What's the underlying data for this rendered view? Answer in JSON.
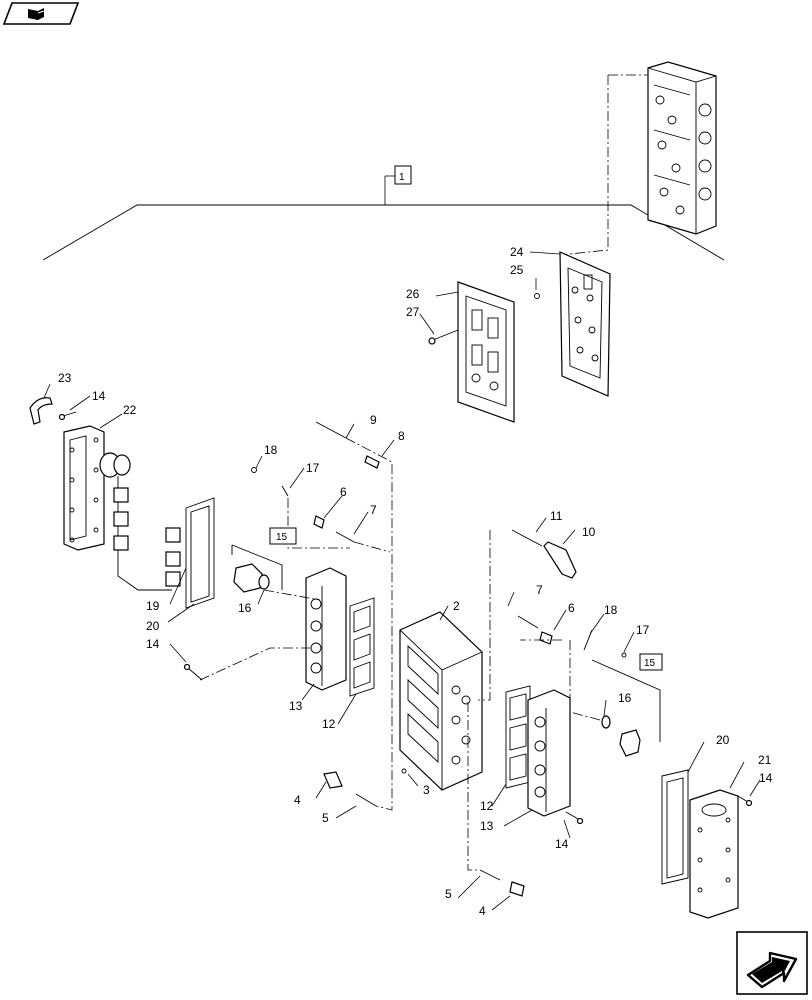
{
  "callouts": [
    {
      "id": "c1",
      "label": "1"
    },
    {
      "id": "c2",
      "label": "2"
    },
    {
      "id": "c3",
      "label": "3"
    },
    {
      "id": "c4a",
      "label": "4"
    },
    {
      "id": "c4b",
      "label": "4"
    },
    {
      "id": "c5a",
      "label": "5"
    },
    {
      "id": "c5b",
      "label": "5"
    },
    {
      "id": "c6a",
      "label": "6"
    },
    {
      "id": "c6b",
      "label": "6"
    },
    {
      "id": "c7a",
      "label": "7"
    },
    {
      "id": "c7b",
      "label": "7"
    },
    {
      "id": "c8",
      "label": "8"
    },
    {
      "id": "c9",
      "label": "9"
    },
    {
      "id": "c10",
      "label": "10"
    },
    {
      "id": "c11",
      "label": "11"
    },
    {
      "id": "c12a",
      "label": "12"
    },
    {
      "id": "c12b",
      "label": "12"
    },
    {
      "id": "c13a",
      "label": "13"
    },
    {
      "id": "c13b",
      "label": "13"
    },
    {
      "id": "c14a",
      "label": "14"
    },
    {
      "id": "c14b",
      "label": "14"
    },
    {
      "id": "c14c",
      "label": "14"
    },
    {
      "id": "c14d",
      "label": "14"
    },
    {
      "id": "c15a",
      "label": "15"
    },
    {
      "id": "c15b",
      "label": "15"
    },
    {
      "id": "c16a",
      "label": "16"
    },
    {
      "id": "c16b",
      "label": "16"
    },
    {
      "id": "c17a",
      "label": "17"
    },
    {
      "id": "c17b",
      "label": "17"
    },
    {
      "id": "c18a",
      "label": "18"
    },
    {
      "id": "c18b",
      "label": "18"
    },
    {
      "id": "c19",
      "label": "19"
    },
    {
      "id": "c20a",
      "label": "20"
    },
    {
      "id": "c20b",
      "label": "20"
    },
    {
      "id": "c21",
      "label": "21"
    },
    {
      "id": "c22",
      "label": "22"
    },
    {
      "id": "c23",
      "label": "23"
    },
    {
      "id": "c24",
      "label": "24"
    },
    {
      "id": "c25",
      "label": "25"
    },
    {
      "id": "c26",
      "label": "26"
    },
    {
      "id": "c27",
      "label": "27"
    }
  ],
  "icons": {
    "top_left": "book-arrow-icon",
    "bottom_right": "next-page-arrow-icon"
  }
}
